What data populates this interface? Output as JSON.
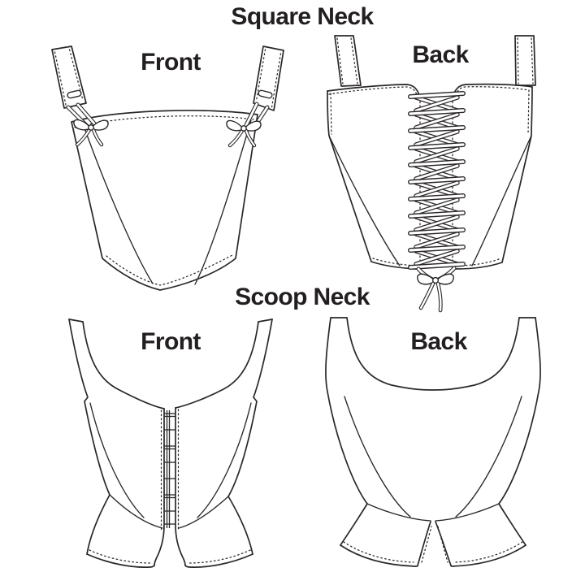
{
  "page": {
    "background_color": "#ffffff",
    "line_color": "#2b2728",
    "text_color": "#231f20"
  },
  "sections": [
    {
      "id": "square-neck",
      "title": "Square Neck",
      "views": [
        {
          "id": "square-front",
          "label": "Front"
        },
        {
          "id": "square-back",
          "label": "Back"
        }
      ]
    },
    {
      "id": "scoop-neck",
      "title": "Scoop Neck",
      "views": [
        {
          "id": "scoop-front",
          "label": "Front"
        },
        {
          "id": "scoop-back",
          "label": "Back"
        }
      ]
    }
  ]
}
